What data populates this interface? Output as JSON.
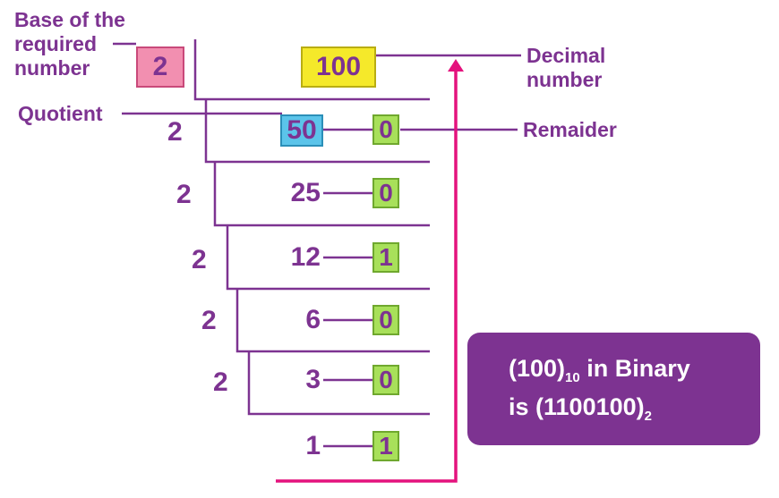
{
  "labels": {
    "base_line1": "Base of the",
    "base_line2": "required",
    "base_line3": "number",
    "quotient": "Quotient",
    "decimal_line1": "Decimal",
    "decimal_line2": "number",
    "remainder": "Remaider"
  },
  "base": "2",
  "decimal": "100",
  "steps": [
    {
      "divisor": "2",
      "quotient": "50",
      "remainder": "0"
    },
    {
      "divisor": "2",
      "quotient": "25",
      "remainder": "0"
    },
    {
      "divisor": "2",
      "quotient": "12",
      "remainder": "1"
    },
    {
      "divisor": "2",
      "quotient": "6",
      "remainder": "0"
    },
    {
      "divisor": "2",
      "quotient": "3",
      "remainder": "0"
    }
  ],
  "last_quotient": "1",
  "last_remainder": "1",
  "result": {
    "line1_open": "(100)",
    "line1_sub": "10",
    "line1_rest": " in Binary",
    "line2_open": "is (1100100)",
    "line2_sub": "2"
  },
  "colors": {
    "text": "#7d3391",
    "base_box": "#f28fb0",
    "decimal_box": "#f5e92a",
    "quotient_box": "#5bc4ea",
    "remainder_box": "#a8e05a",
    "arrow": "#e4127d",
    "result_box": "#7d3391"
  }
}
